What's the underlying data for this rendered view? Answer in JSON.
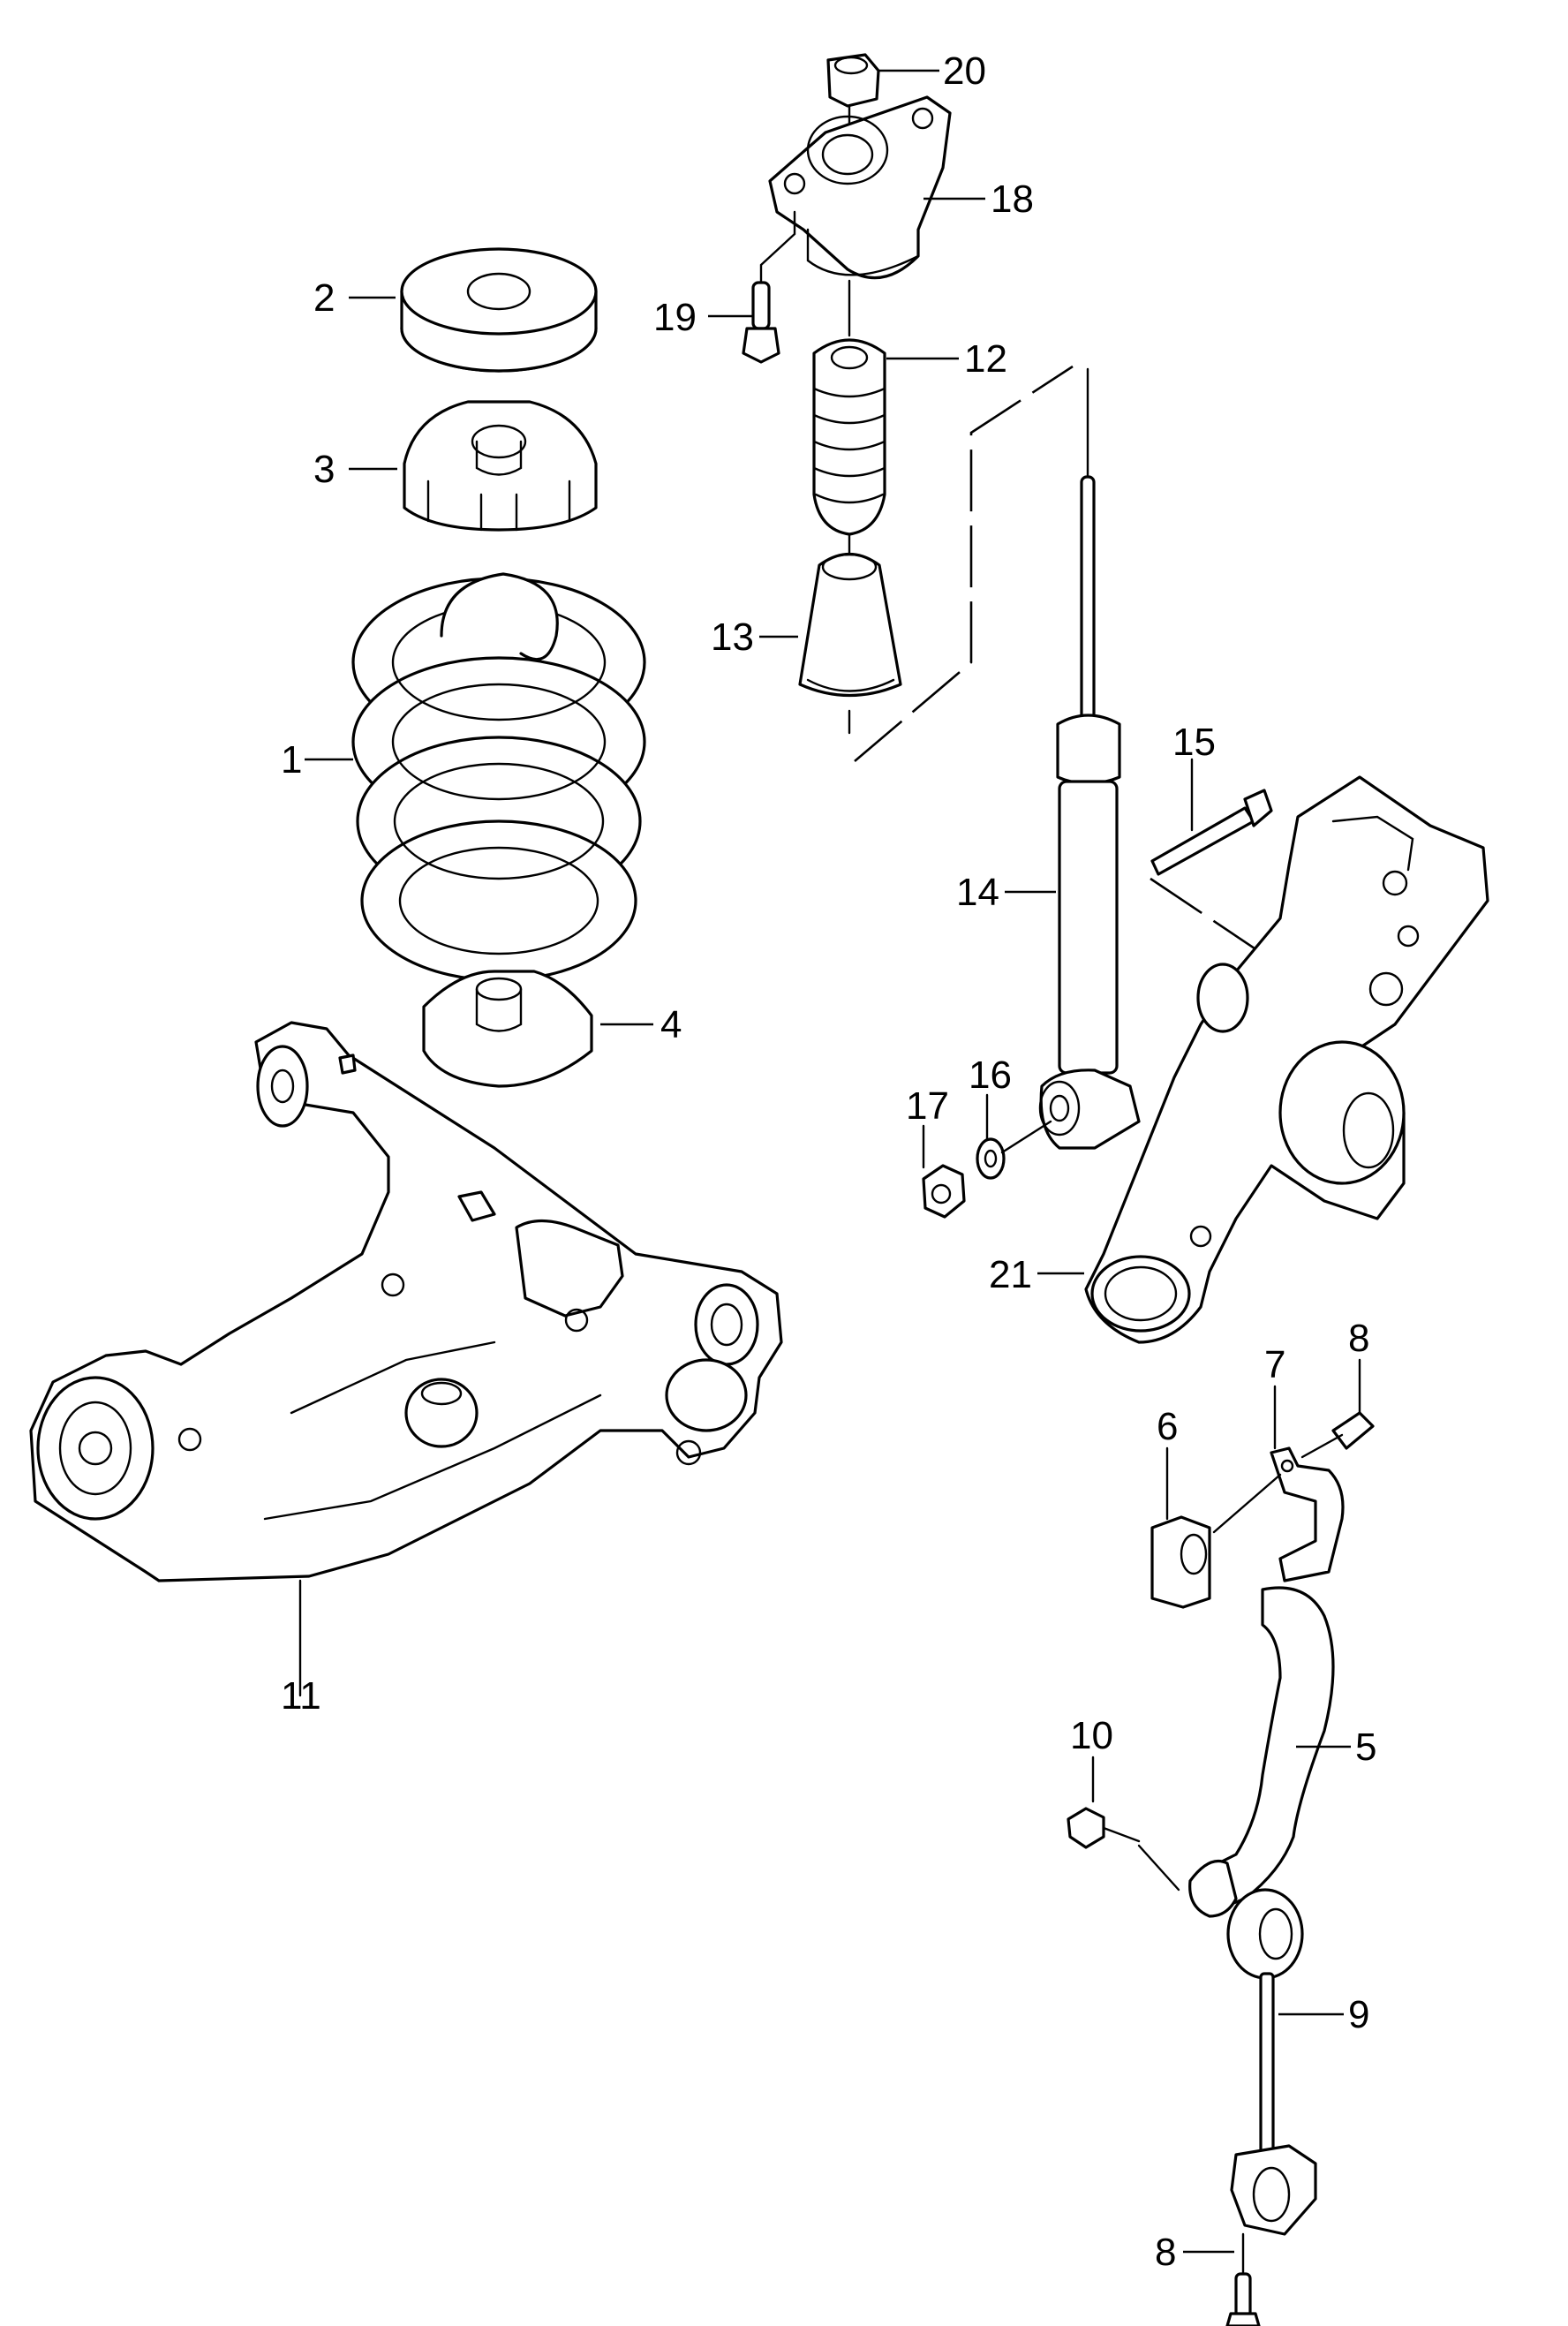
{
  "diagram": {
    "title": "Rear suspension exploded parts diagram",
    "callouts": [
      {
        "id": "c20",
        "text": "20",
        "part": "self-locking nut"
      },
      {
        "id": "c18",
        "text": "18",
        "part": "upper strut mount"
      },
      {
        "id": "c19",
        "text": "19",
        "part": "mount bolt"
      },
      {
        "id": "c2",
        "text": "2",
        "part": "upper spring pad"
      },
      {
        "id": "c12",
        "text": "12",
        "part": "bump stop"
      },
      {
        "id": "c3",
        "text": "3",
        "part": "upper spring seat"
      },
      {
        "id": "c13",
        "text": "13",
        "part": "dust boot"
      },
      {
        "id": "c1",
        "text": "1",
        "part": "coil spring"
      },
      {
        "id": "c15",
        "text": "15",
        "part": "shock mounting bolt"
      },
      {
        "id": "c14",
        "text": "14",
        "part": "shock absorber"
      },
      {
        "id": "c4",
        "text": "4",
        "part": "lower spring seat"
      },
      {
        "id": "c16",
        "text": "16",
        "part": "washer"
      },
      {
        "id": "c17",
        "text": "17",
        "part": "nut"
      },
      {
        "id": "c21",
        "text": "21",
        "part": "wheel bearing housing"
      },
      {
        "id": "c8a",
        "text": "8",
        "part": "bolt"
      },
      {
        "id": "c7",
        "text": "7",
        "part": "bracket clamp"
      },
      {
        "id": "c6",
        "text": "6",
        "part": "stabilizer bushing"
      },
      {
        "id": "c11",
        "text": "11",
        "part": "lower control arm"
      },
      {
        "id": "c5",
        "text": "5",
        "part": "stabilizer bar"
      },
      {
        "id": "c10",
        "text": "10",
        "part": "bolt"
      },
      {
        "id": "c9",
        "text": "9",
        "part": "coupling rod"
      },
      {
        "id": "c8b",
        "text": "8",
        "part": "bolt"
      }
    ]
  }
}
